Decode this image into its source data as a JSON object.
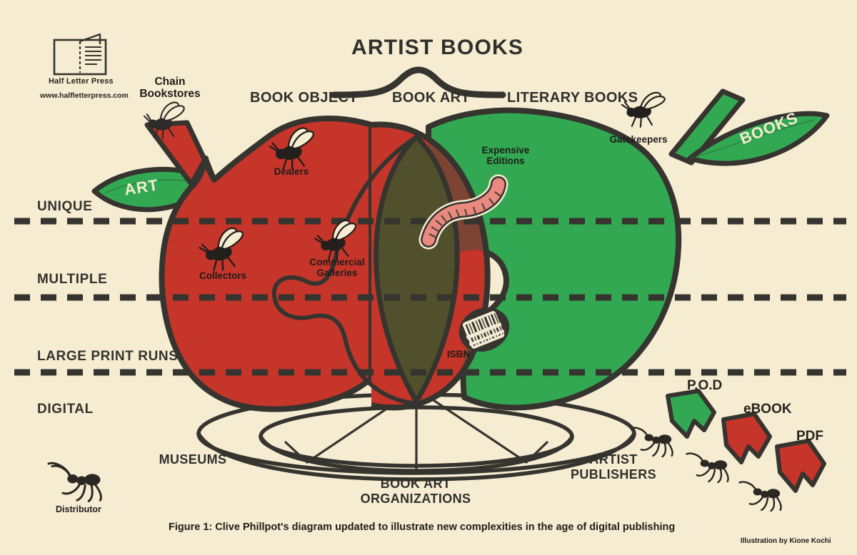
{
  "background_color": "#f6ecd2",
  "palette": {
    "red": "#c6352a",
    "green": "#33a852",
    "overlap_dark": "#51502c",
    "overlap_red": "#7e4433",
    "ink": "#35342f",
    "worm": "#e9897f",
    "paper": "#f6ecd2"
  },
  "logo": {
    "name": "Half Letter Press",
    "url": "www.halfletterpress.com",
    "icon": "open-book-icon"
  },
  "title": {
    "main": "ARTIST BOOKS",
    "brace": "curly-brace-icon"
  },
  "columns": [
    {
      "label": "BOOK OBJECT"
    },
    {
      "label": "BOOK ART"
    },
    {
      "label": "LITERARY BOOKS"
    }
  ],
  "axis_rows": [
    {
      "label": "UNIQUE"
    },
    {
      "label": "MULTIPLE"
    },
    {
      "label": "LARGE PRINT RUNS"
    },
    {
      "label": "DIGITAL"
    }
  ],
  "leaves": [
    {
      "label": "ART",
      "color": "#33a852",
      "side": "left"
    },
    {
      "label": "BOOKS",
      "color": "#33a852",
      "side": "right"
    }
  ],
  "pests": [
    {
      "label": "Chain\nBookstores",
      "icon": "fly-icon",
      "region": "outside-top-left"
    },
    {
      "label": "Dealers",
      "icon": "fly-icon",
      "region": "red-apple"
    },
    {
      "label": "Collectors",
      "icon": "fly-icon",
      "region": "red-apple"
    },
    {
      "label": "Commercial\nGalleries",
      "icon": "fly-icon",
      "region": "overlap-red"
    },
    {
      "label": "Expensive\nEditions",
      "icon": "worm-icon",
      "region": "green-pear"
    },
    {
      "label": "Gatekeepers",
      "icon": "fly-icon",
      "region": "green-pear"
    },
    {
      "label": "ISBN",
      "icon": "barcode-sticker-icon",
      "region": "green-pear"
    },
    {
      "label": "Distributor",
      "icon": "ant-icon",
      "region": "outside-bottom-left"
    }
  ],
  "bottom_labels": [
    {
      "label": "MUSEUMS"
    },
    {
      "label": "BOOK ART\nORGANIZATIONS"
    },
    {
      "label": "ARTIST\nPUBLISHERS"
    }
  ],
  "digital_formats": [
    {
      "label": "P.O.D",
      "color": "#33a852",
      "icon": "ant-icon"
    },
    {
      "label": "eBOOK",
      "color": "#c6352a",
      "icon": "ant-icon"
    },
    {
      "label": "PDF",
      "color": "#c6352a",
      "icon": "ant-icon"
    }
  ],
  "caption": "Figure 1: Clive Phillpot's diagram updated to illustrate new complexities in the age of digital publishing",
  "credit": "Illustration by Kione Kochi",
  "chart_data": {
    "type": "diagram",
    "subtype": "venn-overlap-fruit",
    "title": "ARTIST BOOKS",
    "sets": [
      {
        "name": "BOOK OBJECT",
        "shape": "apple",
        "color": "#c6352a"
      },
      {
        "name": "LITERARY BOOKS",
        "shape": "pear",
        "color": "#33a852"
      }
    ],
    "intersection": {
      "name": "BOOK ART",
      "color": "#51502c"
    },
    "y_axis_categories": [
      "UNIQUE",
      "MULTIPLE",
      "LARGE PRINT RUNS",
      "DIGITAL"
    ],
    "annotations_in_red": [
      "Dealers",
      "Collectors"
    ],
    "annotations_in_overlap": [
      "Commercial Galleries"
    ],
    "annotations_in_green": [
      "Expensive Editions",
      "Gatekeepers",
      "ISBN"
    ],
    "annotations_outside": [
      "Chain Bookstores",
      "Distributor",
      "P.O.D",
      "eBOOK",
      "PDF"
    ],
    "base_labels": [
      "MUSEUMS",
      "BOOK ART ORGANIZATIONS",
      "ARTIST PUBLISHERS"
    ]
  }
}
